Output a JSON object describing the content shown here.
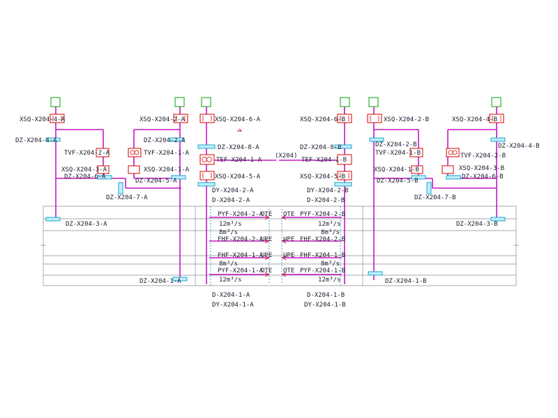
{
  "colors": {
    "duct": "#c416c4",
    "hline": "#8a8a8a",
    "fan_border": "#d40000",
    "damper": "#1aa6c8",
    "top_box": "#2fb02f",
    "text": "#1a1a2e",
    "arrow": "#d40000",
    "dash": "#1a8ab0"
  },
  "labels": {
    "xsq_4a": "XSQ-X204-4-A",
    "dz_4a": "DZ-X204-4-A",
    "tvf_2a": "TVF-X204-2-A",
    "xsq_3a": "XSQ-X204-3-A",
    "dz_6a": "DZ-X204-6-A",
    "dz_7a": "DZ-X204-7-A",
    "dz_3a": "DZ-X204-3-A",
    "xsq_2a": "XSQ-X204-2-A",
    "dz_2a": "DZ-X204-2-A",
    "tvf_1a": "TVF-X204-1-A",
    "xsq_1a": "XSQ-X204-1-A",
    "dz_5a": "DZ-X204-5-A",
    "dz_1a": "DZ-X204-1-A",
    "xsq_6a": "XSQ-X204-6-A",
    "dz_8a": "DZ-X204-8-A",
    "tef_1a": "TEF-X204-1-A",
    "x204": "(X204)",
    "xsq_5a": "XSQ-X204-5-A",
    "dy_2a": "DY-X204-2-A",
    "d_2a": "D-X204-2-A",
    "pyf_2a": "PYF-X204-2-A",
    "ote_a1": "OTE",
    "spd_12a": "12m³/s",
    "spd_8a": "8m³/s",
    "fhf_2a": "FHF-X204-2-A",
    "upe_a1": "UPE",
    "fhf_1a": "FHF-X204-1-A",
    "upe_a2": "UPE",
    "spd_8a2": "8m³/s",
    "pyf_1a": "PYF-X204-1-A",
    "ote_a2": "OTE",
    "spd_12a2": "12m³/s",
    "d_1a": "D-X204-1-A",
    "dy_1a": "DY-X204-1-A",
    "xsq_6b": "XSQ-X204-6-B",
    "dz_8b": "DZ-X204-8-B",
    "tef_1b": "TEF-X204-1-B",
    "xsq_5b": "XSQ-X204-5-B",
    "dy_2b": "DY-X204-2-B",
    "d_2b": "D-X204-2-B",
    "ote_b1": "OTE",
    "pyf_2b": "PYF-X204-2-B",
    "spd_12b": "12m³/s",
    "spd_8b": "8m³/s",
    "upe_b1": "UPE",
    "fhf_2b": "FHF-X204-2-B",
    "upe_b2": "UPE",
    "fhf_1b": "FHF-X204-1-B",
    "spd_8b2": "8m³/s",
    "ote_b2": "OTE",
    "pyf_1b": "PYF-X204-1-B",
    "spd_12b2": "12m³/s",
    "d_1b": "D-X204-1-B",
    "dy_1b": "DY-X204-1-B",
    "xsq_2b": "XSQ-X204-2-B",
    "dz_2b": "DZ-X204-2-B",
    "tvf_1b": "TVF-X204-1-B",
    "xsq_1b": "XSQ-X204-1-B",
    "dz_5b": "DZ-X204-5-B",
    "dz_7b": "DZ-X204-7-B",
    "dz_1b": "DZ-X204-1-B",
    "xsq_4b": "XSQ-X204-4-B",
    "dz_4b": "DZ-X204-4-B",
    "tvf_2b": "TVF-X204-2-B",
    "xsq_3b": "XSQ-X204-3-B",
    "dz_6b": "DZ-X204-6-B",
    "dz_3b": "DZ-X204-3-B"
  },
  "icons": {
    "top_box": "green-terminal-box-icon",
    "fan": "fan-icon",
    "damper": "damper-icon",
    "silencer": "silencer-icon"
  }
}
